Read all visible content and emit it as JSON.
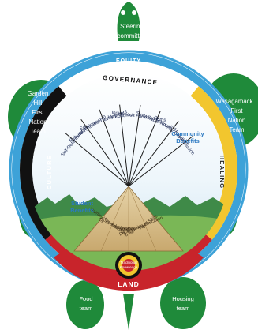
{
  "team_labels": {
    "steering": [
      "Steering",
      "committee"
    ],
    "garden_hill": [
      "Garden",
      "Hill",
      "First",
      "Nation",
      "Team"
    ],
    "wasagamack": [
      "Wasagamack",
      "First",
      "Nation",
      "Team"
    ],
    "food": [
      "Food",
      "team"
    ],
    "housing": [
      "Housing",
      "team"
    ]
  },
  "ring_labels": {
    "equity": "EQUITY",
    "governance": "GOVERNANCE",
    "culture": "CULTURE",
    "healing": "HEALING",
    "land": "LAND"
  },
  "section_labels": {
    "community_benefits": [
      "Community",
      "Benefits"
    ],
    "student_benefits": [
      "Student",
      "Benefits"
    ],
    "traditional_knowledge": [
      "Traditional",
      "Knowledge"
    ]
  },
  "community_rays": [
    "Self-Determination",
    "Rebuild Relationship",
    "Economic Development",
    "Hydroponics",
    "Indigenous Food Systems",
    "Sustainable Housing",
    "Community Capacity",
    "Reconciliation"
  ],
  "student_items": [
    "Training/Apprenticeship",
    "Oji-Cree Language",
    "Technology",
    "Environment",
    "Decolonizing Education",
    "Food Skills"
  ],
  "colors": {
    "turtle_green": "#1f8a3a",
    "equity_blue": "#3da2d8",
    "culture_black": "#111111",
    "healing_yellow": "#f2c62e",
    "land_red": "#c8242b",
    "governance_white": "#ffffff",
    "label_blue": "#2b79c2"
  }
}
